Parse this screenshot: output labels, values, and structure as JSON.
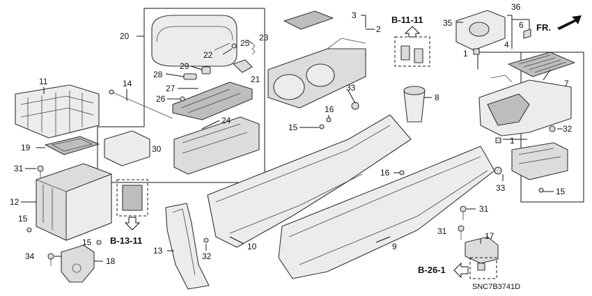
{
  "callouts": [
    {
      "id": "c1a",
      "text": "1"
    },
    {
      "id": "c1b",
      "text": "1"
    },
    {
      "id": "c2",
      "text": "2"
    },
    {
      "id": "c3",
      "text": "3"
    },
    {
      "id": "c4",
      "text": "4"
    },
    {
      "id": "c6",
      "text": "6"
    },
    {
      "id": "c7",
      "text": "7"
    },
    {
      "id": "c8",
      "text": "8"
    },
    {
      "id": "c9",
      "text": "9"
    },
    {
      "id": "c10",
      "text": "10"
    },
    {
      "id": "c11",
      "text": "11"
    },
    {
      "id": "c12",
      "text": "12"
    },
    {
      "id": "c13",
      "text": "13"
    },
    {
      "id": "c14",
      "text": "14"
    },
    {
      "id": "c15a",
      "text": "15"
    },
    {
      "id": "c15b",
      "text": "15"
    },
    {
      "id": "c15c",
      "text": "15"
    },
    {
      "id": "c15d",
      "text": "15"
    },
    {
      "id": "c16a",
      "text": "16"
    },
    {
      "id": "c16b",
      "text": "16"
    },
    {
      "id": "c17",
      "text": "17"
    },
    {
      "id": "c18",
      "text": "18"
    },
    {
      "id": "c19",
      "text": "19"
    },
    {
      "id": "c20",
      "text": "20"
    },
    {
      "id": "c21",
      "text": "21"
    },
    {
      "id": "c22",
      "text": "22"
    },
    {
      "id": "c23",
      "text": "23"
    },
    {
      "id": "c24",
      "text": "24"
    },
    {
      "id": "c25",
      "text": "25"
    },
    {
      "id": "c26",
      "text": "26"
    },
    {
      "id": "c27",
      "text": "27"
    },
    {
      "id": "c28",
      "text": "28"
    },
    {
      "id": "c29",
      "text": "29"
    },
    {
      "id": "c30",
      "text": "30"
    },
    {
      "id": "c31a",
      "text": "31"
    },
    {
      "id": "c31b",
      "text": "31"
    },
    {
      "id": "c31c",
      "text": "31"
    },
    {
      "id": "c32a",
      "text": "32"
    },
    {
      "id": "c32b",
      "text": "32"
    },
    {
      "id": "c33a",
      "text": "33"
    },
    {
      "id": "c33b",
      "text": "33"
    },
    {
      "id": "c34",
      "text": "34"
    },
    {
      "id": "c35",
      "text": "35"
    },
    {
      "id": "c36",
      "text": "36"
    }
  ],
  "references": {
    "b1111": "B-11-11",
    "b1311": "B-13-11",
    "b261": "B-26-1"
  },
  "direction_label": "FR.",
  "diagram_code": "SNC7B3741D"
}
